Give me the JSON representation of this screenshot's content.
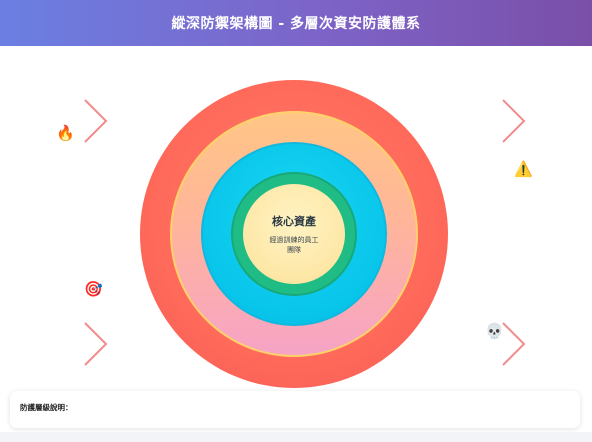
{
  "header": {
    "title": "縱深防禦架構圖 - 多層次資安防護體系"
  },
  "diagram": {
    "core": {
      "title": "核心資產",
      "subtitle": "經過訓練的員工團隊"
    },
    "layer_colors": {
      "outer": "#ff6a5a",
      "second": "#ffc686",
      "third": "#08c5ea",
      "fourth": "#1fbd85",
      "core": "#fde7a6"
    },
    "threat_icons": {
      "top_left": "🔥",
      "top_right": "⚠️",
      "bottom_left": "🎯",
      "bottom_right": "💀"
    },
    "arrow_color": "#f28b8b"
  },
  "legend": {
    "title": "防護層級說明："
  }
}
